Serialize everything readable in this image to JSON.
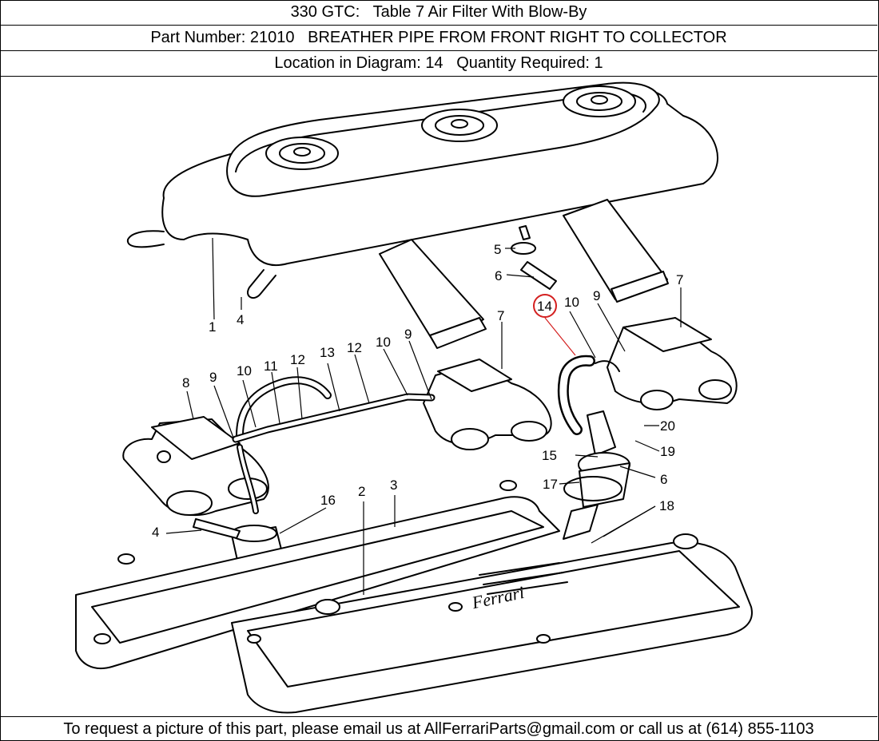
{
  "header": {
    "model": "330 GTC:",
    "table": "Table 7 Air Filter With Blow-By",
    "part_label": "Part Number: 21010",
    "part_desc": "BREATHER PIPE FROM FRONT RIGHT TO COLLECTOR",
    "location": "Location in Diagram: 14",
    "quantity": "Quantity Required: 1"
  },
  "diagram": {
    "callouts": [
      "1",
      "4",
      "5",
      "6",
      "14",
      "10",
      "9",
      "7",
      "7",
      "9",
      "10",
      "11",
      "12",
      "13",
      "12",
      "10",
      "8",
      "9",
      "20",
      "19",
      "15",
      "6",
      "17",
      "18",
      "16",
      "2",
      "3",
      "4"
    ],
    "brand_script": "Ferrari",
    "highlight_colour": "#d42020"
  },
  "footer": {
    "contact": "To request a picture of this part, please email us at AllFerrariParts@gmail.com or call us at (614) 855-1103"
  }
}
